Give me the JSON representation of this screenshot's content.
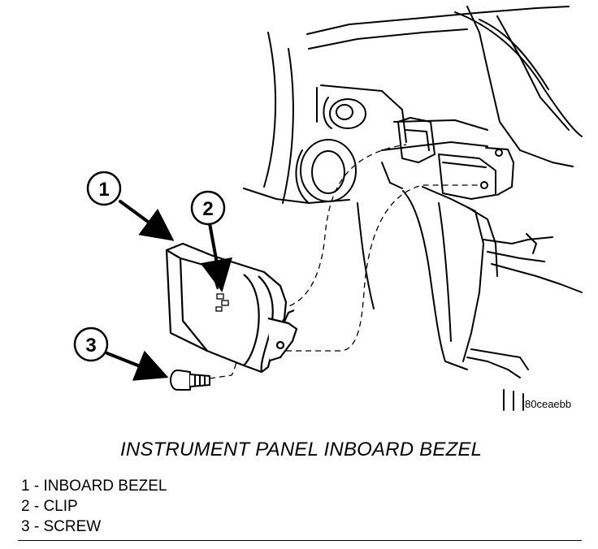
{
  "diagram": {
    "reference_code": "80ceaebb",
    "callouts": [
      "1",
      "2",
      "3"
    ]
  },
  "caption": "INSTRUMENT PANEL INBOARD BEZEL",
  "legend": [
    "1 - INBOARD BEZEL",
    "2 - CLIP",
    "3 - SCREW"
  ]
}
